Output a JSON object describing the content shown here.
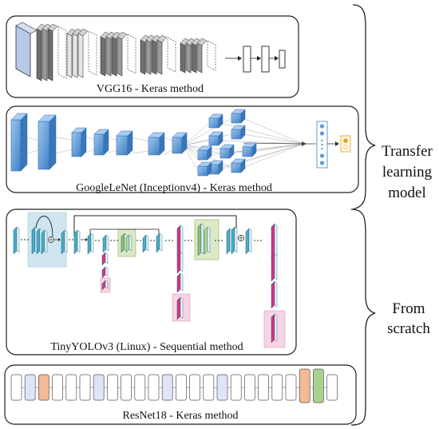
{
  "panels": {
    "vgg": {
      "caption": "VGG16 - Keras method"
    },
    "googlenet": {
      "caption": "GoogleLeNet (Inceptionv4) - Keras method"
    },
    "yolo": {
      "caption": "TinyYOLOv3 (Linux) - Sequential method"
    },
    "resnet": {
      "caption": "ResNet18 - Keras method"
    }
  },
  "groups": {
    "transfer": {
      "line1": "Transfer",
      "line2": "learning",
      "line3": "model"
    },
    "scratch": {
      "line1": "From",
      "line2": "scratch"
    }
  },
  "colors": {
    "vgg_dark": "#6e6e6e",
    "vgg_light": "#e6e6e6",
    "googlenet_blue": "#5b9bd5",
    "yolo_teal": "#4bacc6",
    "yolo_magenta": "#d63384",
    "yolo_green_highlight": "#dce9c7",
    "yolo_blue_highlight": "#cfe6f0",
    "yolo_pink_highlight": "#f7d4e6",
    "resnet_blue": "#dfe5f7",
    "resnet_orange": "#f4b996",
    "resnet_green": "#a9d18e",
    "outline": "#333333"
  }
}
